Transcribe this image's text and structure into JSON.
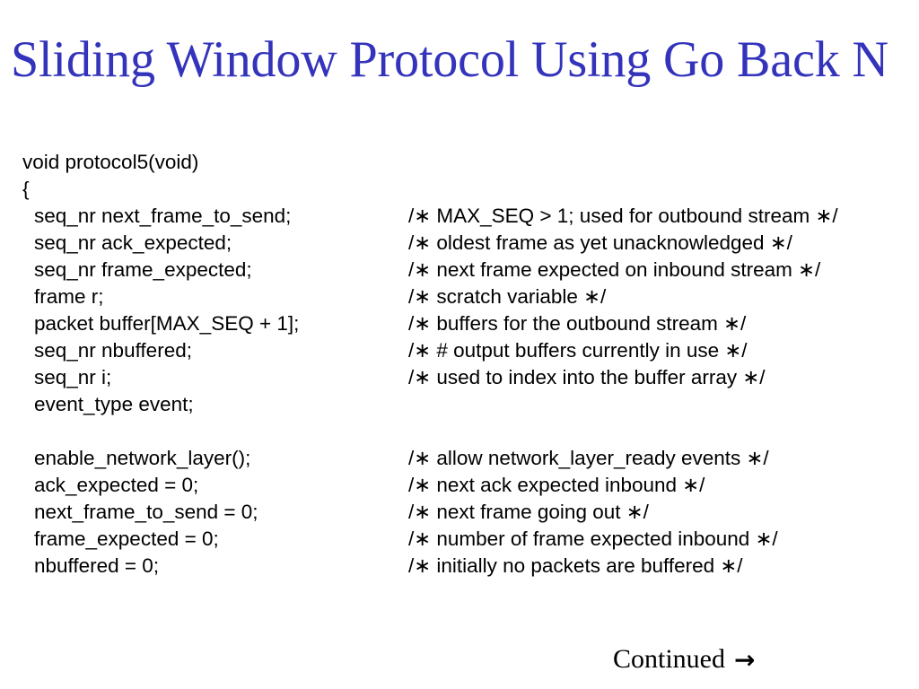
{
  "slide": {
    "title": "Sliding Window Protocol Using Go Back N",
    "title_color": "#3333BB",
    "background_color": "#FFFFFF",
    "text_color": "#000000"
  },
  "code": {
    "lines": [
      {
        "indent": 0,
        "stmt": "void protocol5(void)",
        "comment": ""
      },
      {
        "indent": 0,
        "stmt": "{",
        "comment": ""
      },
      {
        "indent": 1,
        "stmt": "seq_nr next_frame_to_send;",
        "comment": "/∗ MAX_SEQ > 1; used for outbound stream ∗/"
      },
      {
        "indent": 1,
        "stmt": "seq_nr ack_expected;",
        "comment": "/∗ oldest frame as yet unacknowledged ∗/"
      },
      {
        "indent": 1,
        "stmt": "seq_nr frame_expected;",
        "comment": "/∗ next frame expected on inbound stream ∗/"
      },
      {
        "indent": 1,
        "stmt": "frame r;",
        "comment": "/∗ scratch variable ∗/"
      },
      {
        "indent": 1,
        "stmt": "packet buffer[MAX_SEQ + 1];",
        "comment": "/∗ buffers for the outbound stream ∗/"
      },
      {
        "indent": 1,
        "stmt": "seq_nr nbuffered;",
        "comment": "/∗ # output buffers currently in use ∗/"
      },
      {
        "indent": 1,
        "stmt": "seq_nr i;",
        "comment": "/∗ used to index into the buffer array ∗/"
      },
      {
        "indent": 1,
        "stmt": "event_type event;",
        "comment": ""
      },
      {
        "indent": 1,
        "stmt": "",
        "comment": ""
      },
      {
        "indent": 1,
        "stmt": "enable_network_layer();",
        "comment": "/∗ allow network_layer_ready events ∗/"
      },
      {
        "indent": 1,
        "stmt": "ack_expected = 0;",
        "comment": "/∗ next ack expected inbound ∗/"
      },
      {
        "indent": 1,
        "stmt": "next_frame_to_send = 0;",
        "comment": "/∗ next frame going out ∗/"
      },
      {
        "indent": 1,
        "stmt": "frame_expected = 0;",
        "comment": "/∗ number of frame expected inbound ∗/"
      },
      {
        "indent": 1,
        "stmt": "nbuffered = 0;",
        "comment": "/∗ initially no packets are buffered ∗/"
      }
    ]
  },
  "footer": {
    "continued_label": "Continued",
    "arrow_glyph": "→"
  }
}
